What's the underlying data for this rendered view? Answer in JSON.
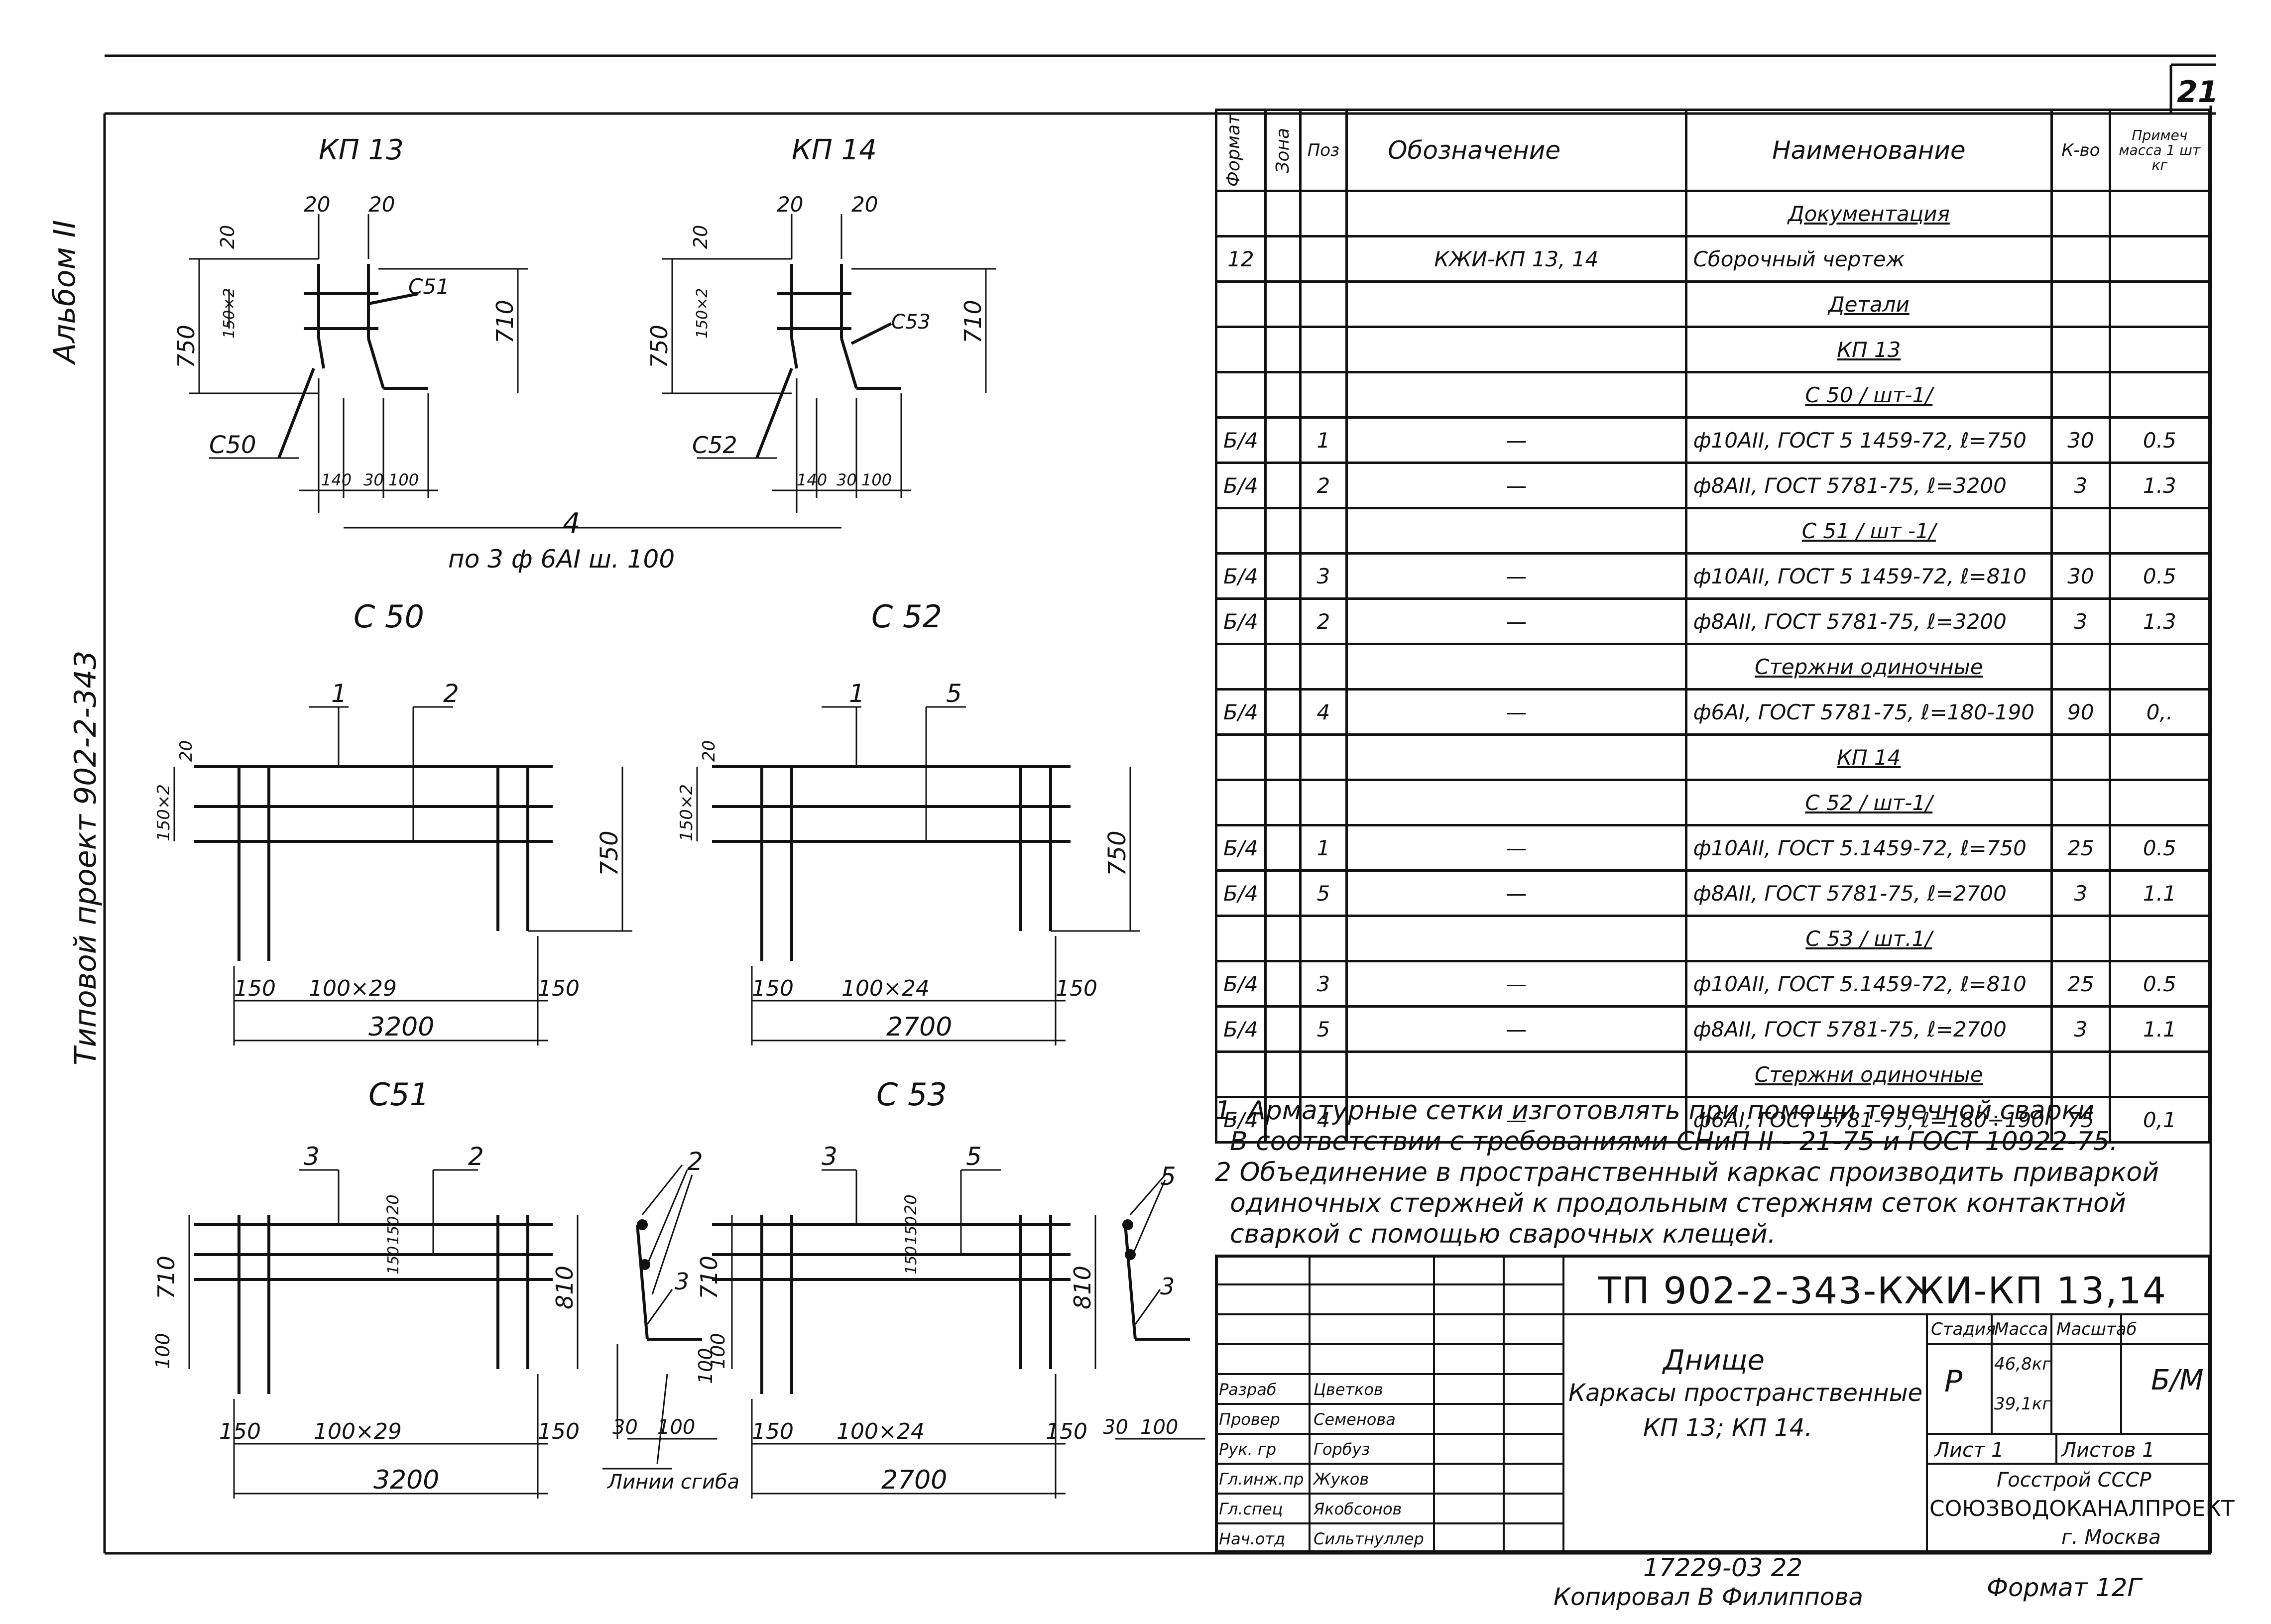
{
  "sheet_number": "21",
  "side_album": "Альбом II",
  "side_project": "Типовой проект 902-2-343",
  "drawings": {
    "kp13": {
      "title": "КП 13",
      "dims": [
        "20",
        "20",
        "150×2",
        "20",
        "750",
        "710",
        "140",
        "30",
        "100"
      ],
      "labels": [
        "С51",
        "С50"
      ]
    },
    "kp14": {
      "title": "КП 14",
      "dims": [
        "20",
        "20",
        "150×2",
        "20",
        "750",
        "710",
        "140",
        "30",
        "100"
      ],
      "labels": [
        "С53",
        "С52"
      ]
    },
    "common_dim": "4",
    "common_note": "по 3 ф 6АI ш. 100",
    "c50": {
      "title": "С 50",
      "pos": [
        "1",
        "2"
      ],
      "dims": [
        "20",
        "150×2",
        "750",
        "150",
        "100×29",
        "150",
        "3200"
      ]
    },
    "c52": {
      "title": "С 52",
      "pos": [
        "1",
        "5"
      ],
      "dims": [
        "20",
        "150×2",
        "750",
        "150",
        "100×24",
        "150",
        "2700"
      ]
    },
    "c51": {
      "title": "С51",
      "pos": [
        "3",
        "2"
      ],
      "dims": [
        "20",
        "150",
        "150",
        "710",
        "810",
        "100",
        "150",
        "100×29",
        "150",
        "3200"
      ]
    },
    "c53": {
      "title": "С 53",
      "pos": [
        "3",
        "5"
      ],
      "dims": [
        "20",
        "150",
        "150",
        "710",
        "810",
        "100",
        "150",
        "100×24",
        "150",
        "2700"
      ]
    },
    "bend_left": {
      "pos": [
        "2",
        "3"
      ],
      "dims": [
        "30",
        "100",
        "100"
      ]
    },
    "bend_right": {
      "pos": [
        "5",
        "3"
      ],
      "dims": [
        "30",
        "100"
      ]
    },
    "bend_line": "Линии сгиба"
  },
  "spec": {
    "headers": {
      "format": "Формат",
      "zone": "Зона",
      "pos": "Поз",
      "designation": "Обозначение",
      "name": "Наименование",
      "qty": "К-во",
      "note": "Примеч масса 1 шт кг"
    },
    "rows": [
      {
        "format": "",
        "pos": "",
        "designation": "",
        "name": "Документация",
        "qty": "",
        "note": "",
        "type": "section"
      },
      {
        "format": "12",
        "pos": "",
        "designation": "КЖИ-КП 13, 14",
        "name": "Сборочный чертеж",
        "qty": "",
        "note": "",
        "type": "item"
      },
      {
        "format": "",
        "pos": "",
        "designation": "",
        "name": "Детали",
        "qty": "",
        "note": "",
        "type": "section"
      },
      {
        "format": "",
        "pos": "",
        "designation": "",
        "name": "КП 13",
        "qty": "",
        "note": "",
        "type": "section"
      },
      {
        "format": "",
        "pos": "",
        "designation": "",
        "name": "С 50 / шт-1/",
        "qty": "",
        "note": "",
        "type": "section"
      },
      {
        "format": "Б/4",
        "pos": "1",
        "designation": "—",
        "name": "ф10АII, ГОСТ 5 1459-72, ℓ=750",
        "qty": "30",
        "note": "0.5",
        "type": "item"
      },
      {
        "format": "Б/4",
        "pos": "2",
        "designation": "—",
        "name": "ф8АII, ГОСТ 5781-75, ℓ=3200",
        "qty": "3",
        "note": "1.3",
        "type": "item"
      },
      {
        "format": "",
        "pos": "",
        "designation": "",
        "name": "С 51 / шт -1/",
        "qty": "",
        "note": "",
        "type": "section"
      },
      {
        "format": "Б/4",
        "pos": "3",
        "designation": "—",
        "name": "ф10АII, ГОСТ 5 1459-72, ℓ=810",
        "qty": "30",
        "note": "0.5",
        "type": "item"
      },
      {
        "format": "Б/4",
        "pos": "2",
        "designation": "—",
        "name": "ф8АII, ГОСТ 5781-75, ℓ=3200",
        "qty": "3",
        "note": "1.3",
        "type": "item"
      },
      {
        "format": "",
        "pos": "",
        "designation": "",
        "name": "Стержни одиночные",
        "qty": "",
        "note": "",
        "type": "section"
      },
      {
        "format": "Б/4",
        "pos": "4",
        "designation": "—",
        "name": "ф6АI, ГОСТ 5781-75, ℓ=180-190",
        "qty": "90",
        "note": "0,.",
        "type": "item"
      },
      {
        "format": "",
        "pos": "",
        "designation": "",
        "name": "КП 14",
        "qty": "",
        "note": "",
        "type": "section"
      },
      {
        "format": "",
        "pos": "",
        "designation": "",
        "name": "С 52 / шт-1/",
        "qty": "",
        "note": "",
        "type": "section"
      },
      {
        "format": "Б/4",
        "pos": "1",
        "designation": "—",
        "name": "ф10АII, ГОСТ 5.1459-72, ℓ=750",
        "qty": "25",
        "note": "0.5",
        "type": "item"
      },
      {
        "format": "Б/4",
        "pos": "5",
        "designation": "—",
        "name": "ф8АII, ГОСТ 5781-75, ℓ=2700",
        "qty": "3",
        "note": "1.1",
        "type": "item"
      },
      {
        "format": "",
        "pos": "",
        "designation": "",
        "name": "С 53 / шт.1/",
        "qty": "",
        "note": "",
        "type": "section"
      },
      {
        "format": "Б/4",
        "pos": "3",
        "designation": "—",
        "name": "ф10АII, ГОСТ 5.1459-72, ℓ=810",
        "qty": "25",
        "note": "0.5",
        "type": "item"
      },
      {
        "format": "Б/4",
        "pos": "5",
        "designation": "—",
        "name": "ф8АII, ГОСТ 5781-75, ℓ=2700",
        "qty": "3",
        "note": "1.1",
        "type": "item"
      },
      {
        "format": "",
        "pos": "",
        "designation": "",
        "name": "Стержни одиночные",
        "qty": "",
        "note": "",
        "type": "section"
      },
      {
        "format": "Б/4",
        "pos": "4",
        "designation": "—",
        "name": "ф6АI, ГОСТ 5781-75, ℓ=180÷190",
        "qty": "75",
        "note": "0,1",
        "type": "item"
      }
    ]
  },
  "notes": [
    "1. Арматурные сетки изготовлять при помощи точечной сварки",
    "В соответствии с требованиями СНиП II - 21-75 и ГОСТ 10922-75.",
    "2 Объединение в пространственный каркас производить приваркой",
    "одиночных стержней к продольным стержням сеток контактной",
    "сваркой с помощью сварочных клещей."
  ],
  "title_block": {
    "code": "ТП 902-2-343-КЖИ-КП 13,14",
    "part": "Днище",
    "name_line1": "Каркасы пространственные",
    "name_line2": "КП 13; КП 14.",
    "stage_label": "Стадия",
    "mass_label": "Масса",
    "scale_label": "Масштаб",
    "stage": "Р",
    "mass1": "46,8кг",
    "mass2": "39,1кг",
    "scale": "Б/М",
    "sheet": "Лист 1",
    "sheets": "Листов 1",
    "org1": "Госстрой СССР",
    "org2": "СОЮЗВОДОКАНАЛПРОЕКТ",
    "org3": "г. Москва",
    "people": [
      {
        "role": "Разраб",
        "name": "Цветков"
      },
      {
        "role": "Провер",
        "name": "Семенова"
      },
      {
        "role": "Рук. гр",
        "name": "Горбуз"
      },
      {
        "role": "Гл.инж.пр",
        "name": "Жуков"
      },
      {
        "role": "Гл.спец",
        "name": "Якобсонов"
      },
      {
        "role": "Нач.отд",
        "name": "Сильтнуллер"
      }
    ]
  },
  "bottom": {
    "order": "17229-03 22",
    "copied": "Копировал В Филиппова",
    "format": "Формат 12Г"
  }
}
